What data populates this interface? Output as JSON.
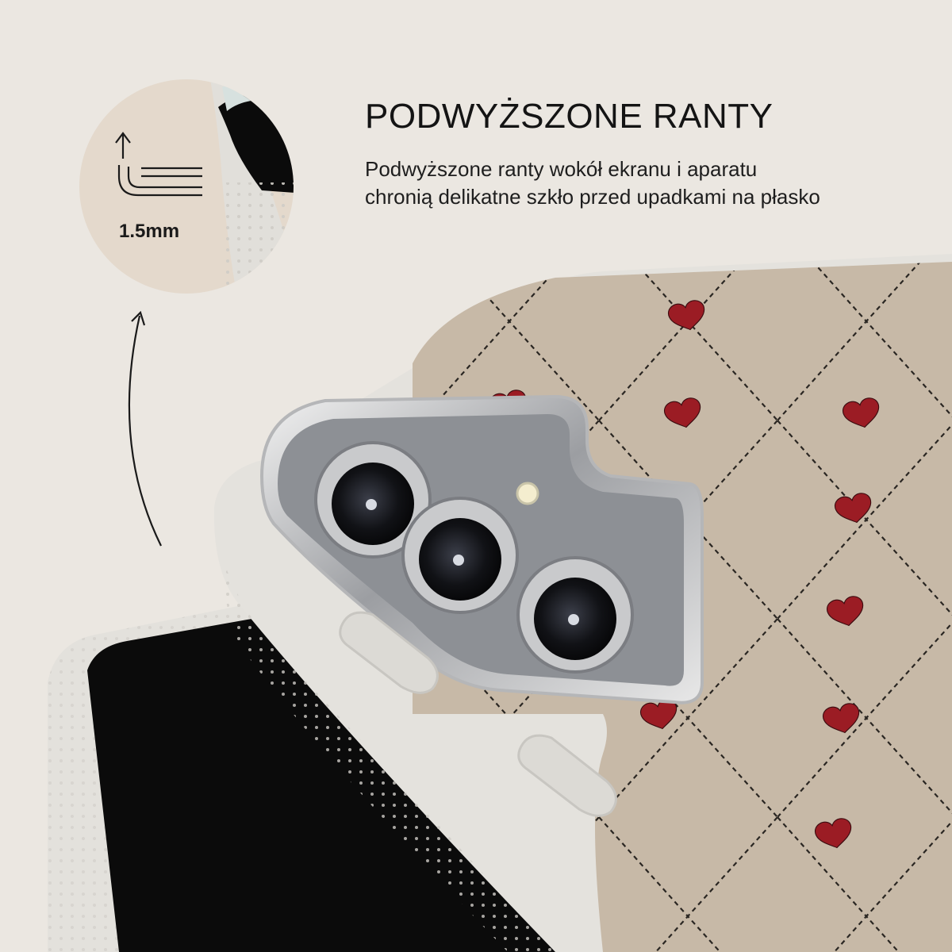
{
  "headline": "PODWYŻSZONE RANTY",
  "description": {
    "line1": "Podwyższone ranty wokół ekranu i aparatu",
    "line2": "chronią delikatne szkło przed upadkami na płasko"
  },
  "detail_callout": {
    "measurement": "1.5mm",
    "icon": "raised-edge-icon"
  },
  "colors": {
    "background": "#ebe7e1",
    "case_frame": "#e4e2dd",
    "case_back": "#c7b9a7",
    "heart": "#9b1c24",
    "camera_rim": "#c9cacc"
  }
}
